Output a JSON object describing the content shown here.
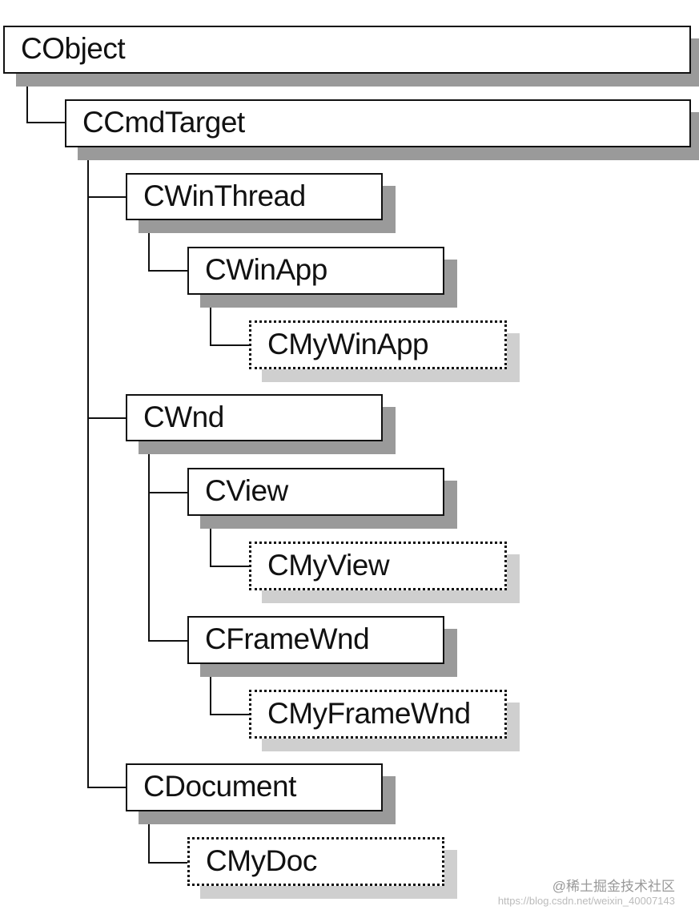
{
  "diagram": {
    "classes": {
      "cobject": "CObject",
      "ccmdtarget": "CCmdTarget",
      "cwinthread": "CWinThread",
      "cwinapp": "CWinApp",
      "cmywinapp": "CMyWinApp",
      "cwnd": "CWnd",
      "cview": "CView",
      "cmyview": "CMyView",
      "cframewnd": "CFrameWnd",
      "cmyframewnd": "CMyFrameWnd",
      "cdocument": "CDocument",
      "cmydoc": "CMyDoc"
    }
  },
  "watermark": {
    "main": "@稀土掘金技术社区",
    "url": "https://blog.csdn.net/weixin_40007143"
  }
}
